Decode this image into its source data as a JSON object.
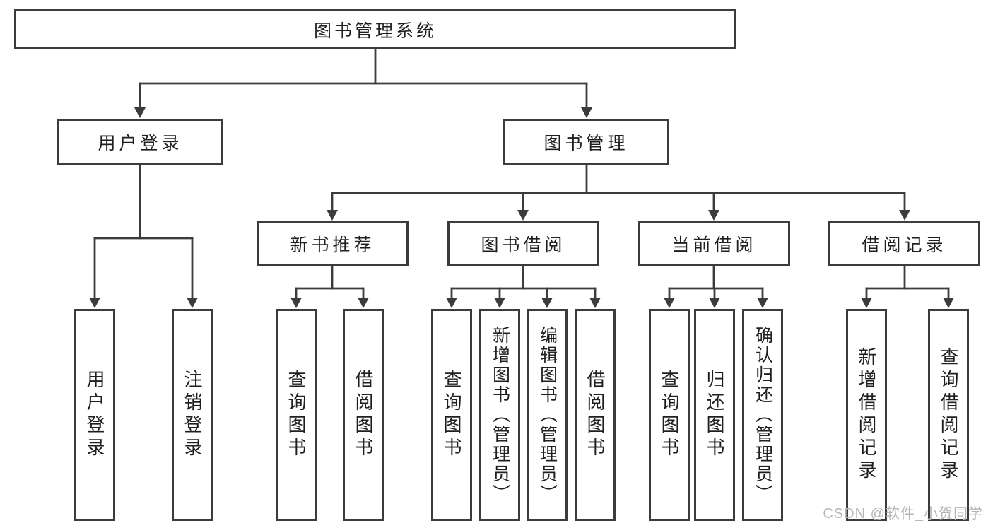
{
  "page": {
    "watermark": "CSDN @软件_小贺同学",
    "colors": {
      "background": "#ffffff",
      "line": "#3c3c3c",
      "box_border": "#3c3c3c",
      "box_fill": "#ffffff",
      "text": "#1f1f1f",
      "watermark": "#b6b6b6"
    }
  },
  "tree": {
    "label": "图书管理系统",
    "children": [
      {
        "label": "用户登录",
        "children": [
          {
            "label": "用户登录"
          },
          {
            "label": "注销登录"
          }
        ]
      },
      {
        "label": "图书管理",
        "children": [
          {
            "label": "新书推荐",
            "children": [
              {
                "label": "查询图书"
              },
              {
                "label": "借阅图书"
              }
            ]
          },
          {
            "label": "图书借阅",
            "children": [
              {
                "label": "查询图书"
              },
              {
                "label": "新增图书（管理员）"
              },
              {
                "label": "编辑图书（管理员）"
              },
              {
                "label": "借阅图书"
              }
            ]
          },
          {
            "label": "当前借阅",
            "children": [
              {
                "label": "查询图书"
              },
              {
                "label": "归还图书"
              },
              {
                "label": "确认归还（管理员）"
              }
            ]
          },
          {
            "label": "借阅记录",
            "children": [
              {
                "label": "新增借阅记录"
              },
              {
                "label": "查询借阅记录"
              }
            ]
          }
        ]
      }
    ]
  }
}
